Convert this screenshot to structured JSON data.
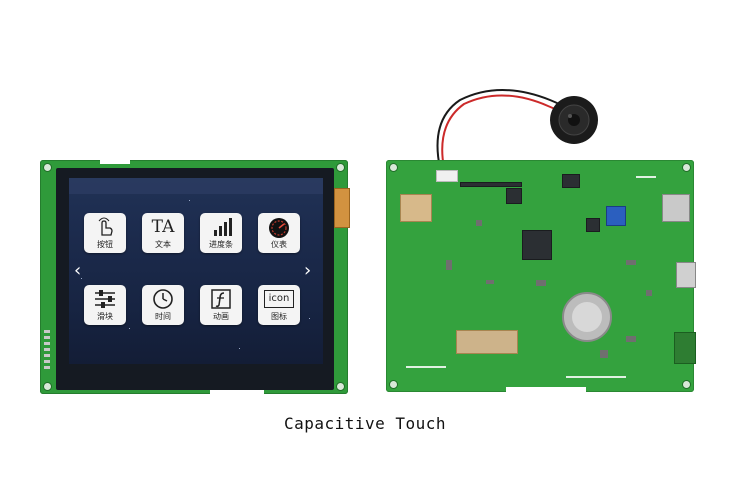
{
  "caption": "Capacitive Touch",
  "screen_ui": {
    "tiles": [
      {
        "label": "按钮",
        "icon": "hand-pointer-icon"
      },
      {
        "label": "文本",
        "icon_text": "TA",
        "icon": "text-icon"
      },
      {
        "label": "进度条",
        "icon": "bar-chart-icon"
      },
      {
        "label": "仪表",
        "icon": "gauge-icon"
      },
      {
        "label": "滑块",
        "icon": "slider-icon"
      },
      {
        "label": "时间",
        "icon": "clock-icon"
      },
      {
        "label": "动画",
        "icon": "animation-icon"
      },
      {
        "label": "图标",
        "icon_text": "icon",
        "icon": "icon-box-icon"
      }
    ],
    "nav_left": "‹",
    "nav_right": "›"
  },
  "colors": {
    "pcb_green": "#34a23e",
    "screen_blue": "#1c2b4d",
    "connector_orange": "#d29240"
  }
}
